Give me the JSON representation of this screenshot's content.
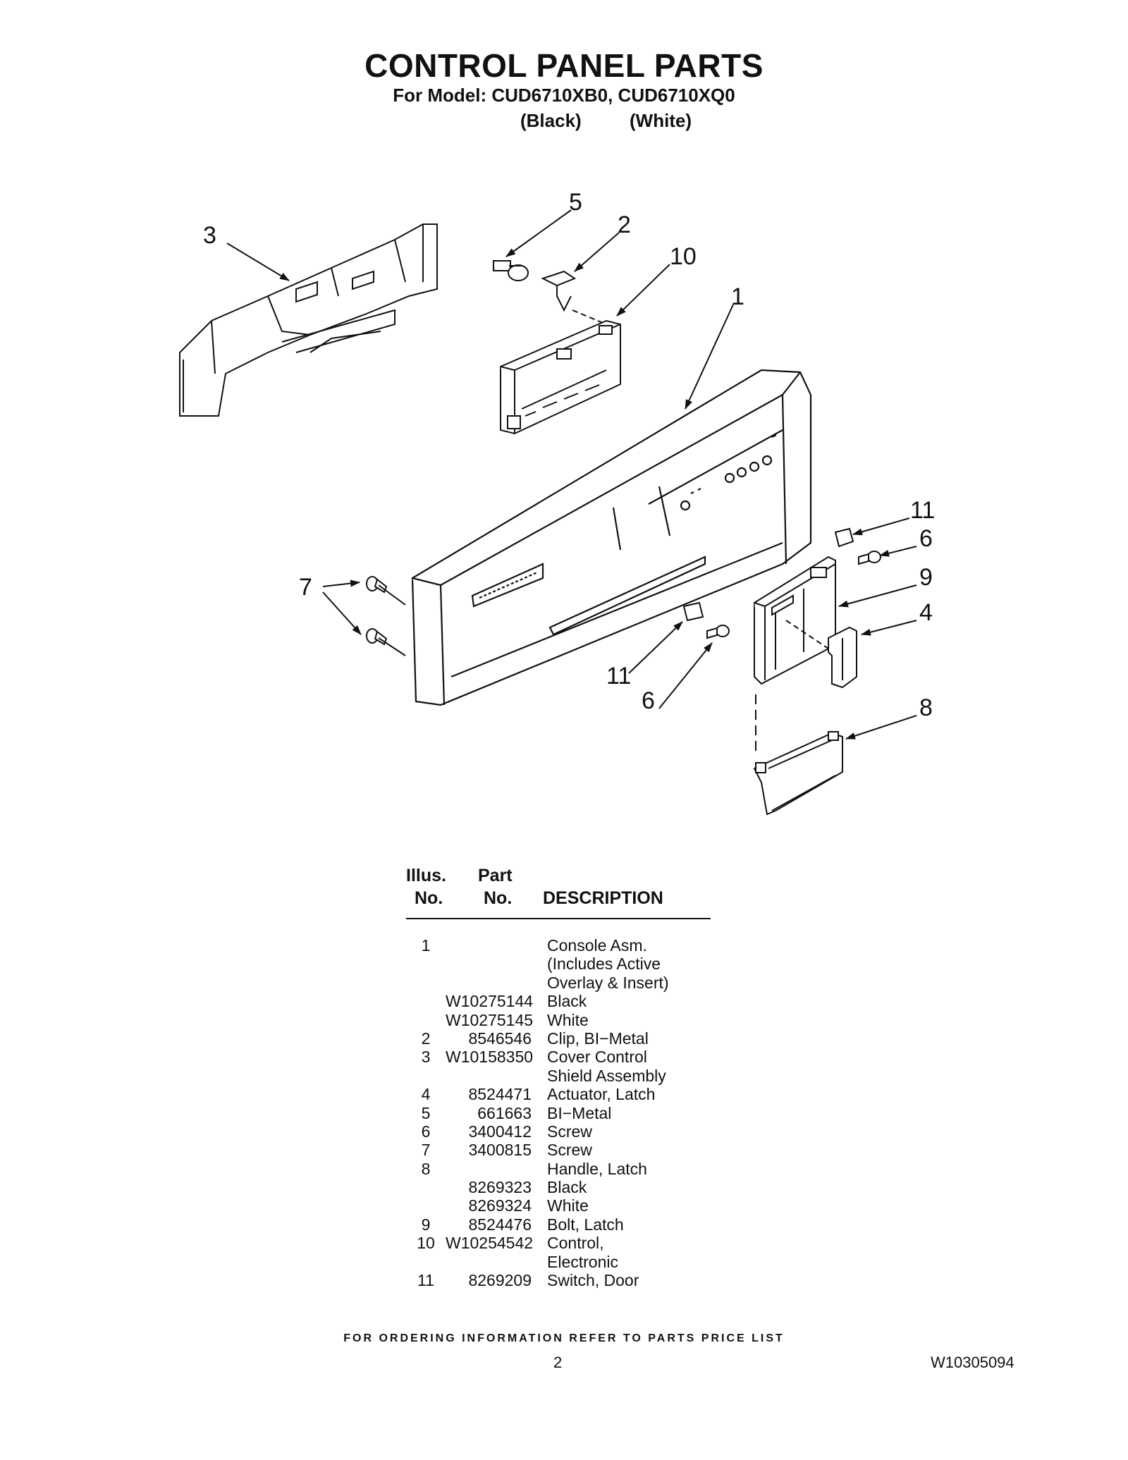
{
  "header": {
    "title": "CONTROL PANEL PARTS",
    "subtitle": "For Model: CUD6710XB0, CUD6710XQ0",
    "color_black": "(Black)",
    "color_white": "(White)"
  },
  "diagram": {
    "callouts": [
      "5",
      "2",
      "3",
      "10",
      "1",
      "11",
      "6",
      "9",
      "7",
      "4",
      "11",
      "6",
      "8"
    ]
  },
  "table": {
    "headers": {
      "illus_line1": "Illus.",
      "illus_line2": "No.",
      "part_line1": "Part",
      "part_line2": "No.",
      "description": "DESCRIPTION"
    },
    "rows": [
      {
        "illus": "1",
        "part": "",
        "desc": "Console Asm."
      },
      {
        "illus": "",
        "part": "",
        "desc": "(Includes Active"
      },
      {
        "illus": "",
        "part": "",
        "desc": "Overlay & Insert)"
      },
      {
        "illus": "",
        "part": "W10275144",
        "desc": "Black"
      },
      {
        "illus": "",
        "part": "W10275145",
        "desc": "White"
      },
      {
        "illus": "2",
        "part": "8546546",
        "desc": "Clip, BI−Metal"
      },
      {
        "illus": "3",
        "part": "W10158350",
        "desc": "Cover Control"
      },
      {
        "illus": "",
        "part": "",
        "desc": "Shield Assembly"
      },
      {
        "illus": "4",
        "part": "8524471",
        "desc": "Actuator, Latch"
      },
      {
        "illus": "5",
        "part": "661663",
        "desc": "BI−Metal"
      },
      {
        "illus": "6",
        "part": "3400412",
        "desc": "Screw"
      },
      {
        "illus": "7",
        "part": "3400815",
        "desc": "Screw"
      },
      {
        "illus": "8",
        "part": "",
        "desc": "Handle, Latch"
      },
      {
        "illus": "",
        "part": "8269323",
        "desc": "Black"
      },
      {
        "illus": "",
        "part": "8269324",
        "desc": "White"
      },
      {
        "illus": "9",
        "part": "8524476",
        "desc": "Bolt, Latch"
      },
      {
        "illus": "10",
        "part": "W10254542",
        "desc": "Control,"
      },
      {
        "illus": "",
        "part": "",
        "desc": "Electronic"
      },
      {
        "illus": "11",
        "part": "8269209",
        "desc": "Switch, Door"
      }
    ]
  },
  "footer": {
    "ordering_note": "FOR ORDERING INFORMATION REFER TO PARTS PRICE LIST",
    "page_number": "2",
    "document_number": "W10305094"
  }
}
